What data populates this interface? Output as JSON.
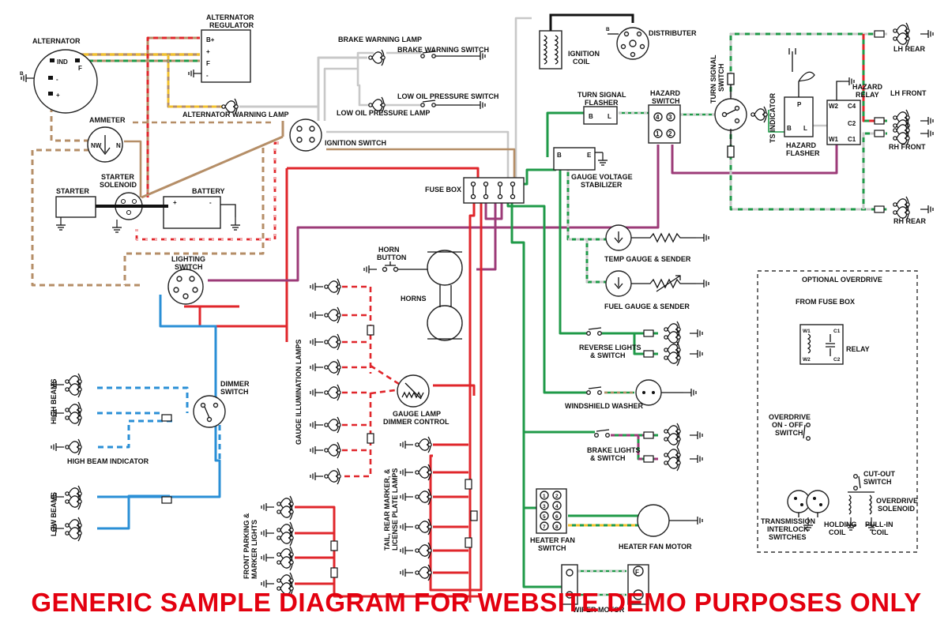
{
  "footer_banner": "GENERIC SAMPLE DIAGRAM FOR WEBSITE DEMO PURPOSES ONLY",
  "components": {
    "alternator": "ALTERNATOR",
    "alternator_regulator": [
      "ALTERNATOR",
      "REGULATOR"
    ],
    "alternator_warning_lamp": "ALTERNATOR WARNING LAMP",
    "ammeter": "AMMETER",
    "starter": "STARTER",
    "starter_solenoid": [
      "STARTER",
      "SOLENOID"
    ],
    "battery": "BATTERY",
    "brake_warning_lamp": "BRAKE WARNING LAMP",
    "brake_warning_switch": "BRAKE WARNING SWITCH",
    "low_oil_pressure_switch": "LOW OIL PRESSURE SWITCH",
    "low_oil_pressure_lamp": "LOW OIL PRESSURE LAMP",
    "ignition_switch": "IGNITION SWITCH",
    "ignition_coil": [
      "IGNITION",
      "COIL"
    ],
    "distributer": "DISTRIBUTER",
    "fuse_box": "FUSE BOX",
    "turn_signal_flasher": [
      "TURN SIGNAL",
      "FLASHER"
    ],
    "gauge_voltage_stabilizer": [
      "GAUGE VOLTAGE",
      "STABILIZER"
    ],
    "hazard_switch": [
      "HAZARD",
      "SWITCH"
    ],
    "turn_signal_switch": [
      "TURN SIGNAL",
      "SWITCH"
    ],
    "ts_indicator": "TS INDICATOR",
    "hazard_flasher": [
      "HAZARD",
      "FLASHER"
    ],
    "hazard_relay": [
      "HAZARD",
      "RELAY"
    ],
    "lh_rear": "LH REAR",
    "lh_front": "LH FRONT",
    "rh_front": "RH FRONT",
    "rh_rear": "RH REAR",
    "temp_gauge": "TEMP GAUGE & SENDER",
    "fuel_gauge": "FUEL GAUGE & SENDER",
    "lighting_switch": [
      "LIGHTING",
      "SWITCH"
    ],
    "horn_button": [
      "HORN",
      "BUTTON"
    ],
    "horns": "HORNS",
    "gauge_illumination_lamps": "GAUGE ILLUMINATION LAMPS",
    "gauge_lamp_dimmer": [
      "GAUGE LAMP",
      "DIMMER CONTROL"
    ],
    "reverse_lights": [
      "REVERSE LIGHTS",
      "& SWITCH"
    ],
    "windshield_washer": "WINDSHIELD WASHER",
    "brake_lights": [
      "BRAKE LIGHTS",
      "& SWITCH"
    ],
    "dimmer_switch": [
      "DIMMER",
      "SWITCH"
    ],
    "high_beams": "HIGH BEAMS",
    "high_beam_indicator": "HIGH BEAM INDICATOR",
    "low_beams": "LOW BEAMS",
    "tail_lamps": [
      "TAIL, REAR MARKER, &",
      "LICENSE PLATE LAMPS"
    ],
    "front_parking": [
      "FRONT PARKING &",
      "MARKER LIGHTS"
    ],
    "heater_fan_switch": [
      "HEATER FAN",
      "SWITCH"
    ],
    "heater_fan_motor": "HEATER FAN MOTOR",
    "wiper_motor": "WIPER MOTOR"
  },
  "overdrive": {
    "title": "OPTIONAL OVERDRIVE",
    "from_fuse_box": "FROM FUSE BOX",
    "relay": "RELAY",
    "overdrive_switch": [
      "OVERDRIVE",
      "ON - OFF",
      "SWITCH"
    ],
    "cut_out_switch": [
      "CUT-OUT",
      "SWITCH"
    ],
    "overdrive_solenoid": [
      "OVERDRIVE",
      "SOLENOID"
    ],
    "transmission_interlock": [
      "TRANSMISSION",
      "INTERLOCK",
      "SWITCHES"
    ],
    "holding_coil": [
      "HOLDING",
      "COIL"
    ],
    "pull_in_coil": [
      "PULL-IN",
      "COIL"
    ]
  },
  "terminals": {
    "regulator": [
      "B+",
      "+",
      "F",
      "-"
    ],
    "alternator": [
      "IND",
      "F",
      "-",
      "+"
    ],
    "fan_switch": [
      "1",
      "2",
      "3",
      "4",
      "5",
      "6",
      "7",
      "8"
    ],
    "hazard_switch": [
      "4",
      "3",
      "1",
      "2"
    ],
    "hazard_flasher": [
      "P",
      "B",
      "L"
    ],
    "hazard_relay": [
      "W2",
      "C4",
      "C2",
      "W1",
      "C1"
    ],
    "flasher": [
      "B",
      "L"
    ],
    "stabilizer": [
      "B",
      "E"
    ],
    "relay_od": [
      "W1",
      "C1",
      "W2",
      "C2"
    ],
    "wiper_f": "F"
  },
  "colors": {
    "red": "#e0262b",
    "brown": "#b58e67",
    "green": "#1f9a48",
    "blue": "#2a8fd6",
    "purple": "#9c3b78",
    "yellow": "#f2c12e",
    "white": "#c8c8c8",
    "black": "#111111",
    "banner": "#e3000f"
  }
}
